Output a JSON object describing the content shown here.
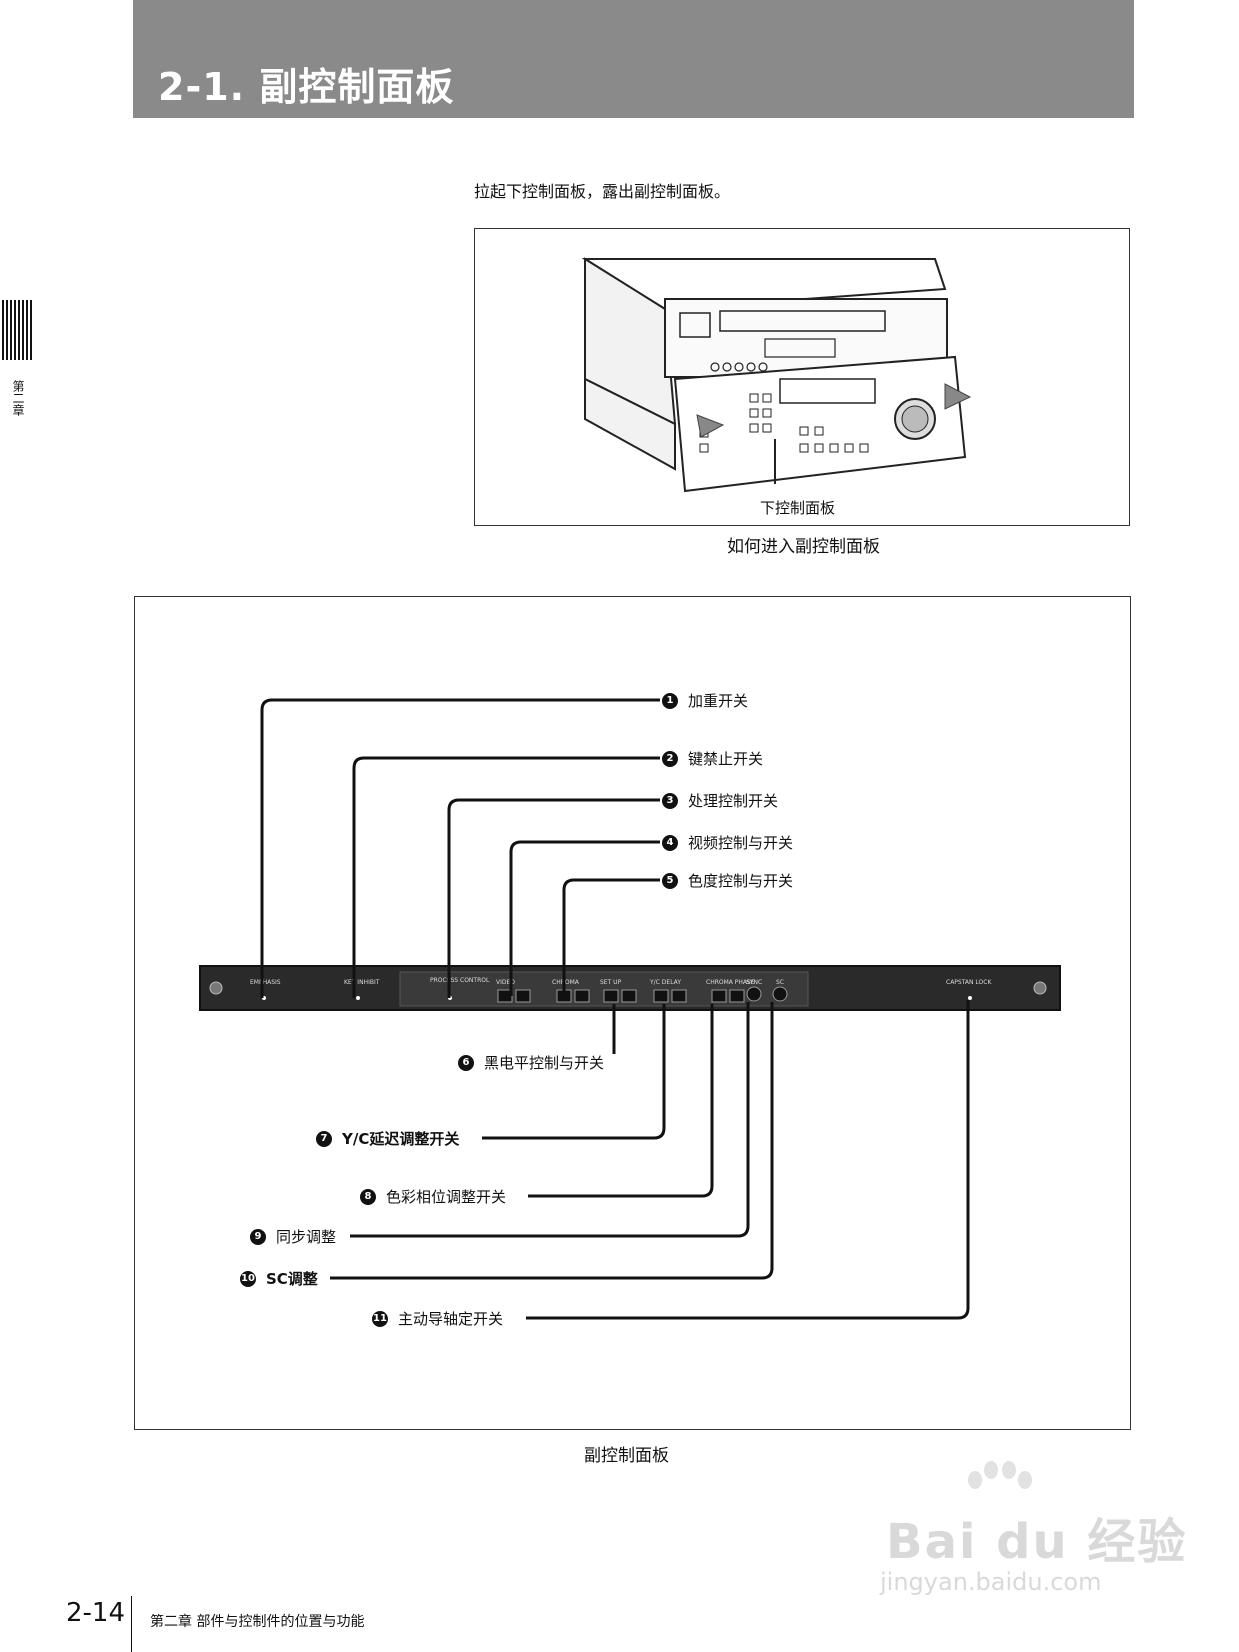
{
  "header": {
    "title": "2-1. 副控制面板"
  },
  "side": {
    "chapter": "第二章"
  },
  "intro": {
    "text": "拉起下控制面板，露出副控制面板。"
  },
  "figure1": {
    "sublabel": "下控制面板",
    "caption": "如何进入副控制面板"
  },
  "figure2": {
    "caption": "副控制面板",
    "callouts": [
      {
        "num": "1",
        "label": "加重开关"
      },
      {
        "num": "2",
        "label": "键禁止开关"
      },
      {
        "num": "3",
        "label": "处理控制开关"
      },
      {
        "num": "4",
        "label": "视频控制与开关"
      },
      {
        "num": "5",
        "label": "色度控制与开关"
      },
      {
        "num": "6",
        "label": "黑电平控制与开关"
      },
      {
        "num": "7",
        "label": "Y/C延迟调整开关"
      },
      {
        "num": "8",
        "label": "色彩相位调整开关"
      },
      {
        "num": "9",
        "label": "同步调整"
      },
      {
        "num": "10",
        "label": "SC调整"
      },
      {
        "num": "11",
        "label": "主动导轴定开关"
      }
    ],
    "panel_labels": {
      "emphasis": "EMPHASIS",
      "key_inhibit": "KEY INHIBIT",
      "process_control": "PROCESS CONTROL",
      "video": "VIDEO",
      "chroma": "CHROMA",
      "set_up": "SET UP",
      "yc_delay": "Y/C DELAY",
      "chroma_phase": "CHROMA PHASE",
      "sync": "SYNC",
      "sc": "SC",
      "capstan_lock": "CAPSTAN LOCK"
    }
  },
  "footer": {
    "page": "2-14",
    "text": "第二章  部件与控制件的位置与功能"
  },
  "watermark": {
    "main": "Bai du 经验",
    "sub": "jingyan.baidu.com"
  }
}
